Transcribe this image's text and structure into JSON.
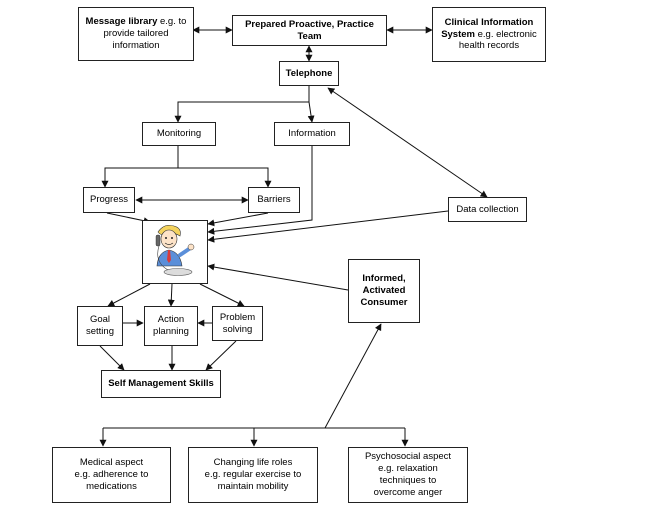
{
  "nodes": {
    "message_library": {
      "bold": "Message library",
      "rest": " e.g. to",
      "l2": "provide tailored",
      "l3": "information"
    },
    "team": {
      "l1": "Prepared Proactive, Practice",
      "l2": "Team"
    },
    "clinical": {
      "bold": "Clinical Information",
      "l2_bold": "System",
      "l2_rest": " e.g.  electronic",
      "l3": "health records"
    },
    "telephone": {
      "label": "Telephone"
    },
    "monitoring": {
      "label": "Monitoring"
    },
    "information": {
      "label": "Information"
    },
    "progress": {
      "label": "Progress"
    },
    "barriers": {
      "label": "Barriers"
    },
    "data_collection": {
      "label": "Data collection"
    },
    "consumer": {
      "l1": "Informed,",
      "l2": "Activated",
      "l3": "Consumer"
    },
    "goal": {
      "l1": "Goal",
      "l2": "setting"
    },
    "action": {
      "l1": "Action",
      "l2": "planning"
    },
    "problem": {
      "l1": "Problem",
      "l2": "solving"
    },
    "skills": {
      "label": "Self Management Skills"
    },
    "medical": {
      "l1": "Medical aspect",
      "l2": "e.g. adherence to",
      "l3": "medications"
    },
    "roles": {
      "l1": "Changing life roles",
      "l2": "e.g. regular exercise to",
      "l3": "maintain mobility"
    },
    "psycho": {
      "l1": "Psychosocial aspect",
      "l2": "e.g. relaxation",
      "l3": "techniques to",
      "l4": "overcome anger"
    }
  },
  "figure": {
    "icon": "person-on-phone-icon"
  },
  "colors": {
    "line": "#111111",
    "hair": "#f4d35e",
    "shirt": "#5b8fd9",
    "tie": "#d93b3b"
  }
}
